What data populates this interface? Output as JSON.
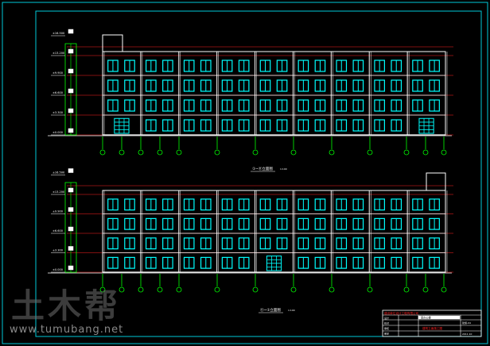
{
  "drawing": {
    "elevation_top_caption": "①~⑪立面图",
    "elevation_bottom_caption": "⑪~①立面图",
    "scale_note": "1:100"
  },
  "title_block": {
    "header": "建设单位设计工程有限公司",
    "project": "某办公楼",
    "sheet_name": "建筑立面施工图",
    "rows": [
      "设计",
      "校对",
      "审核",
      "审定"
    ],
    "sheet_no": "建施-04",
    "date": "2011.10"
  },
  "watermark": {
    "logo": "土木帮",
    "url": "www.tumubang.net"
  },
  "colors": {
    "background": "#000000",
    "frame": "#00c8d8",
    "wall": "#ffffff",
    "window": "#00ffff",
    "level_line": "#ff2020",
    "grid_line": "#00ff00",
    "title_text": "#ff2020",
    "title_block_fill": "#ffffff"
  }
}
